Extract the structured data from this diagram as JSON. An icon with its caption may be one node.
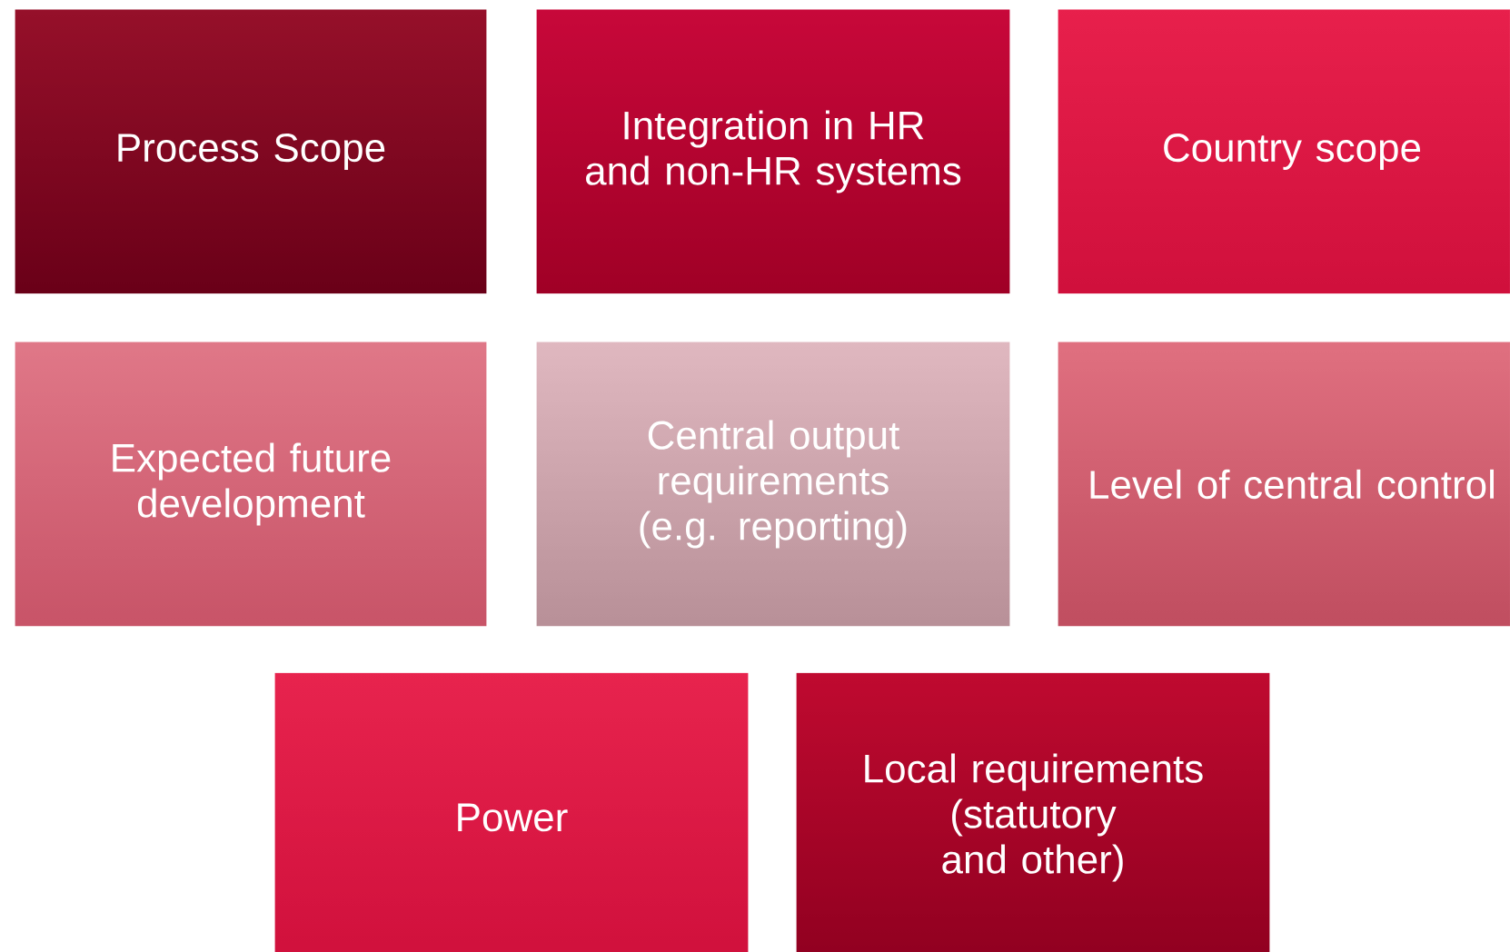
{
  "diagram": {
    "nodes": [
      {
        "text": [
          "Process Scope"
        ]
      },
      {
        "text": [
          "Integration in HR and non-HR systems"
        ]
      },
      {
        "text": [
          "Country scope"
        ]
      },
      {
        "text": [
          "Expected future development"
        ]
      },
      {
        "text": [
          "Central output requirements (e.g. reporting)"
        ]
      },
      {
        "text": [
          "Level of central control"
        ]
      },
      {
        "text": [
          "Power"
        ]
      },
      {
        "text": [
          "Local requirements (statutory and other)"
        ]
      }
    ]
  }
}
